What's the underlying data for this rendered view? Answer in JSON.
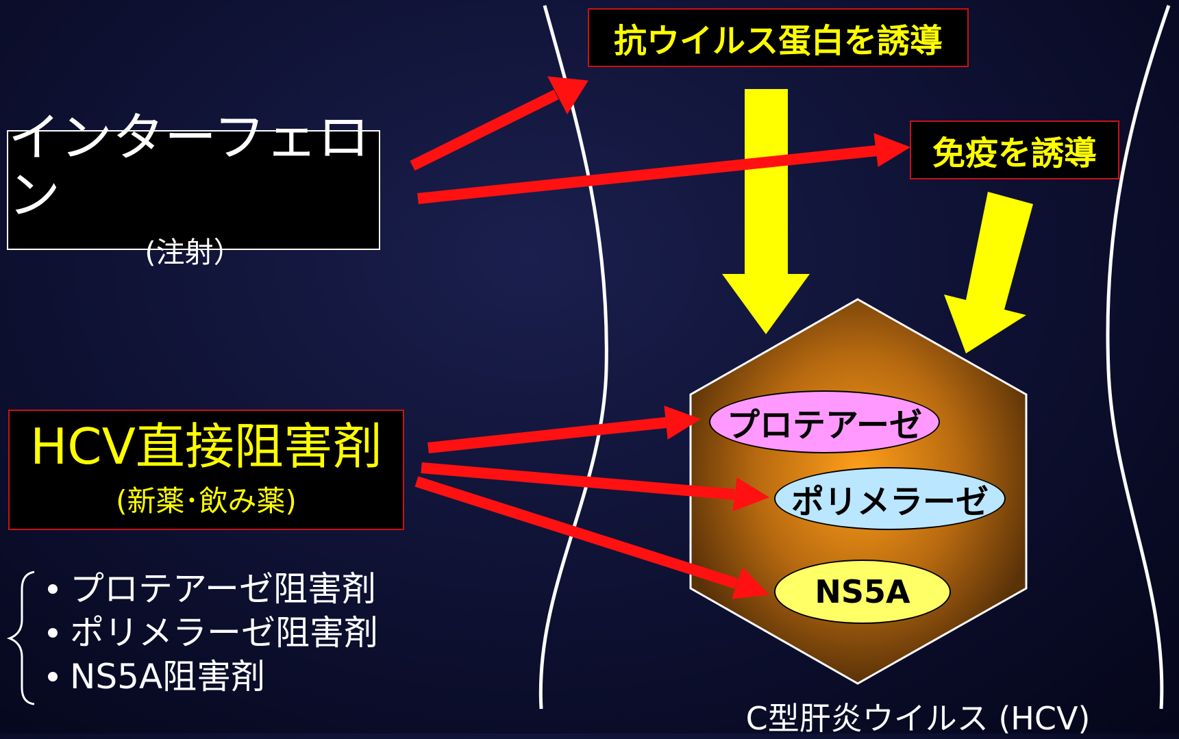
{
  "interferon": {
    "title": "インターフェロン",
    "subtitle": "(注射）"
  },
  "hcv_direct": {
    "title": "HCV直接阻害剤",
    "subtitle": "(新薬･飲み薬)"
  },
  "effects": {
    "antiviral": "抗ウイルス蛋白を誘導",
    "immunity": "免疫を誘導"
  },
  "targets": {
    "protease": "プロテアーゼ",
    "polymerase": "ポリメラーゼ",
    "ns5a": "NS5A"
  },
  "virus_label": "C型肝炎ウイルス (HCV)",
  "inhibitor_list": [
    "プロテアーゼ阻害剤",
    "ポリメラーゼ阻害剤",
    "NS5A阻害剤"
  ],
  "colors": {
    "arrow_red": "#ff1111",
    "arrow_yellow": "#ffff00",
    "virus_core": "#d98a1a",
    "box_border_red": "#cc1111"
  }
}
